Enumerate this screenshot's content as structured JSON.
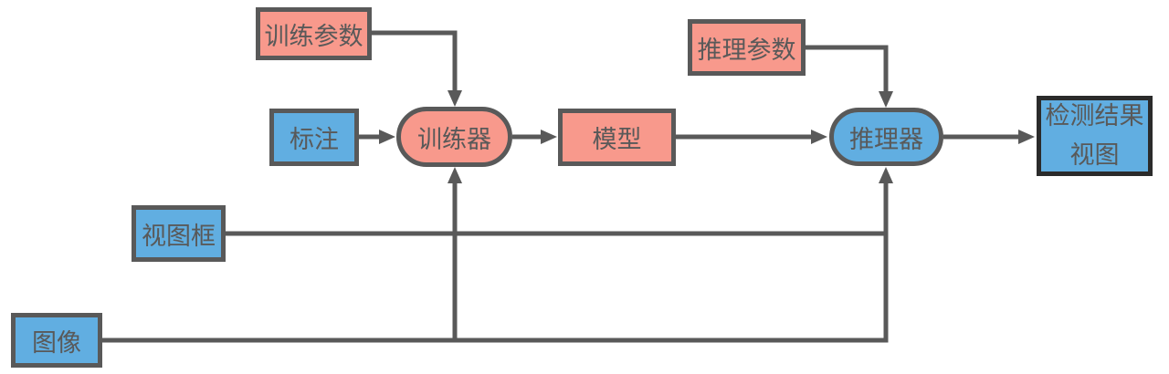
{
  "diagram": {
    "type": "flowchart",
    "background": "#FFFFFF",
    "colors": {
      "pink_fill": "#F8998C",
      "blue_fill": "#61AEE1",
      "border_gray": "#595959",
      "border_dark": "#2B2B2B",
      "line": "#595959",
      "text": "#595959"
    },
    "nodes": {
      "train_params": {
        "label": "训练参数",
        "shape": "rect",
        "fill": "pink"
      },
      "annotation": {
        "label": "标注",
        "shape": "rect",
        "fill": "blue"
      },
      "trainer": {
        "label": "训练器",
        "shape": "stadium",
        "fill": "pink"
      },
      "model": {
        "label": "模型",
        "shape": "rect",
        "fill": "pink"
      },
      "infer_params": {
        "label": "推理参数",
        "shape": "rect",
        "fill": "pink"
      },
      "inferencer": {
        "label": "推理器",
        "shape": "stadium",
        "fill": "blue"
      },
      "result_view": {
        "label_line1": "检测结果",
        "label_line2": "视图",
        "shape": "rect",
        "fill": "blue"
      },
      "view_frame": {
        "label": "视图框",
        "shape": "rect",
        "fill": "blue"
      },
      "image": {
        "label": "图像",
        "shape": "rect",
        "fill": "blue"
      }
    },
    "edges": [
      {
        "from": "train_params",
        "to": "trainer",
        "arrow": true,
        "route": "right-then-down-into-top"
      },
      {
        "from": "annotation",
        "to": "trainer",
        "arrow": true,
        "route": "straight-right"
      },
      {
        "from": "trainer",
        "to": "model",
        "arrow": true,
        "route": "straight-right"
      },
      {
        "from": "model",
        "to": "inferencer",
        "arrow": true,
        "route": "straight-right"
      },
      {
        "from": "infer_params",
        "to": "inferencer",
        "arrow": true,
        "route": "right-then-down-into-top"
      },
      {
        "from": "inferencer",
        "to": "result_view",
        "arrow": true,
        "route": "straight-right"
      },
      {
        "from": "view_frame",
        "to": "inferencer",
        "arrow": false,
        "route": "right-joins-vertical-riser"
      },
      {
        "from": "image",
        "to": "trainer",
        "arrow": true,
        "route": "branch-up-into-bottom"
      },
      {
        "from": "image",
        "to": "inferencer",
        "arrow": true,
        "route": "right-then-up-into-bottom"
      }
    ]
  }
}
